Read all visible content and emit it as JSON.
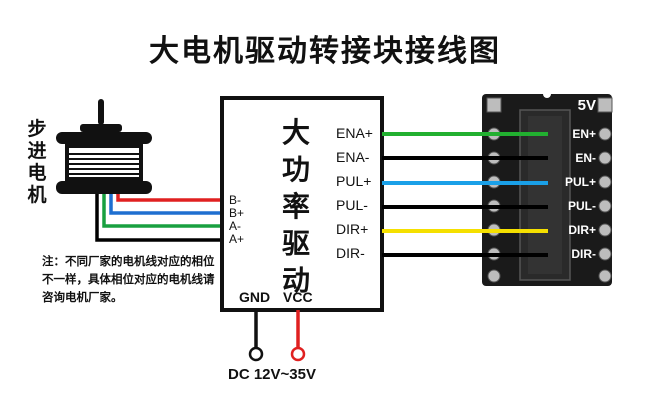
{
  "title": "大电机驱动转接块接线图",
  "motor": {
    "label": "步进电机",
    "wire_colors": [
      "#e02020",
      "#1e6fd0",
      "#18a040",
      "#000000"
    ]
  },
  "note": "注：不同厂家的电机线对应的相位不一样，具体相位对应的电机线请咨询电机厂家。",
  "driver": {
    "title": "大功率驱动",
    "motor_pins": [
      "B-",
      "B+",
      "A-",
      "A+"
    ],
    "signal_pins": [
      "ENA+",
      "ENA-",
      "PUL+",
      "PUL-",
      "DIR+",
      "DIR-"
    ],
    "power_pins": [
      "GND",
      "VCC"
    ]
  },
  "signal_wire_colors": [
    "#22b030",
    "#000000",
    "#1aa0e8",
    "#000000",
    "#f5e000",
    "#000000"
  ],
  "board": {
    "top_label": "5V",
    "pins": [
      "EN+",
      "EN-",
      "PUL+",
      "PUL-",
      "DIR+",
      "DIR-"
    ]
  },
  "power": {
    "label": "DC 12V~35V",
    "gnd_color": "#000000",
    "vcc_color": "#e02020"
  }
}
